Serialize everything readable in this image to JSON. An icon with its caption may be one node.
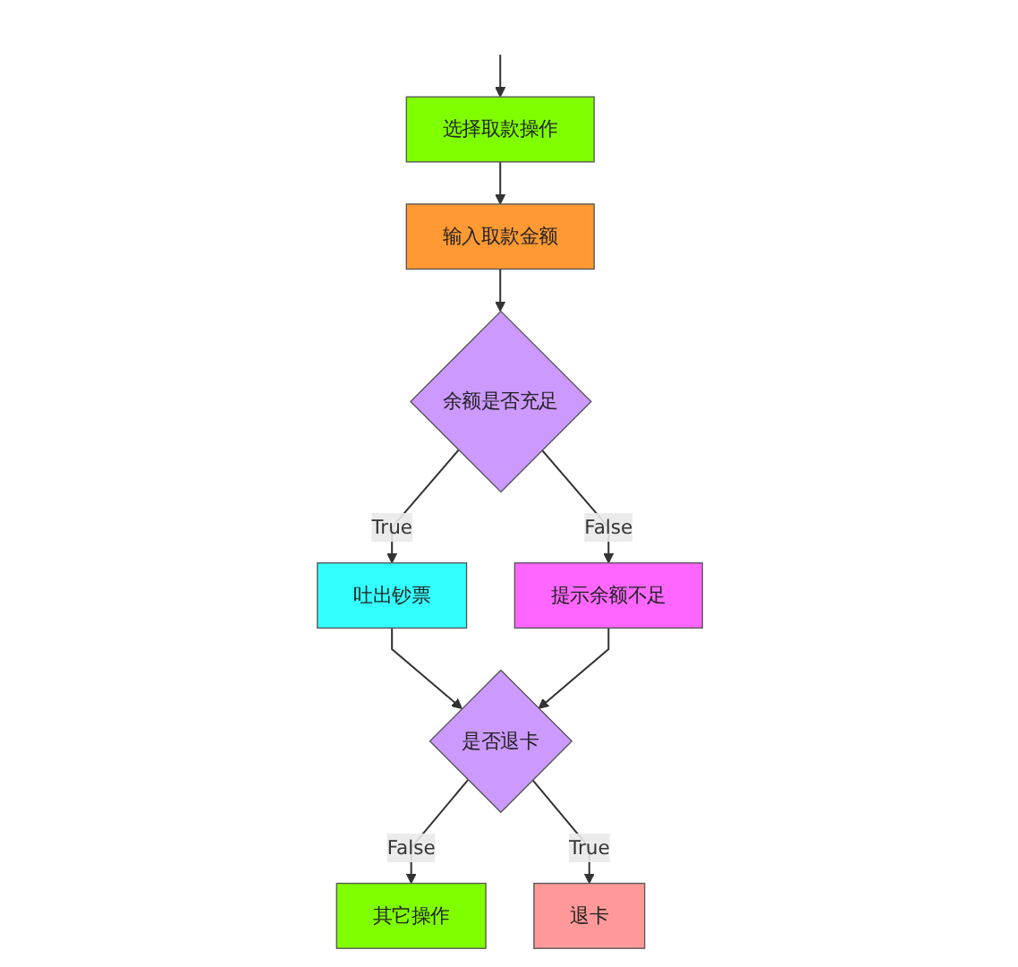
{
  "diagram": {
    "nodes": [
      {
        "text": [
          "选择取款操作"
        ]
      },
      {
        "text": [
          "输入取款金额"
        ]
      },
      {
        "text": [
          "余额是否充足"
        ]
      },
      {
        "text": [
          "提示余额不足"
        ]
      },
      {
        "text": [
          "吐出钞票"
        ]
      },
      {
        "text": [
          "是否退卡"
        ]
      },
      {
        "text": [
          "其它操作"
        ]
      },
      {
        "text": [
          "退卡"
        ]
      }
    ],
    "edges": [
      {
        "from": null,
        "to": 0,
        "arrow": "to"
      },
      {
        "from": 0,
        "to": 1,
        "arrow": "to"
      },
      {
        "from": 1,
        "to": 2,
        "arrow": "to"
      },
      {
        "from": 2,
        "to": 3,
        "arrow": "to",
        "label": "False"
      },
      {
        "from": 2,
        "to": 4,
        "arrow": "to",
        "label": "True"
      },
      {
        "from": 4,
        "to": 5,
        "arrow": "to"
      },
      {
        "from": 3,
        "to": 5,
        "arrow": "to"
      },
      {
        "from": 5,
        "to": 6,
        "arrow": "to",
        "label": "False"
      },
      {
        "from": 5,
        "to": 7,
        "arrow": "to",
        "label": "True"
      }
    ]
  }
}
